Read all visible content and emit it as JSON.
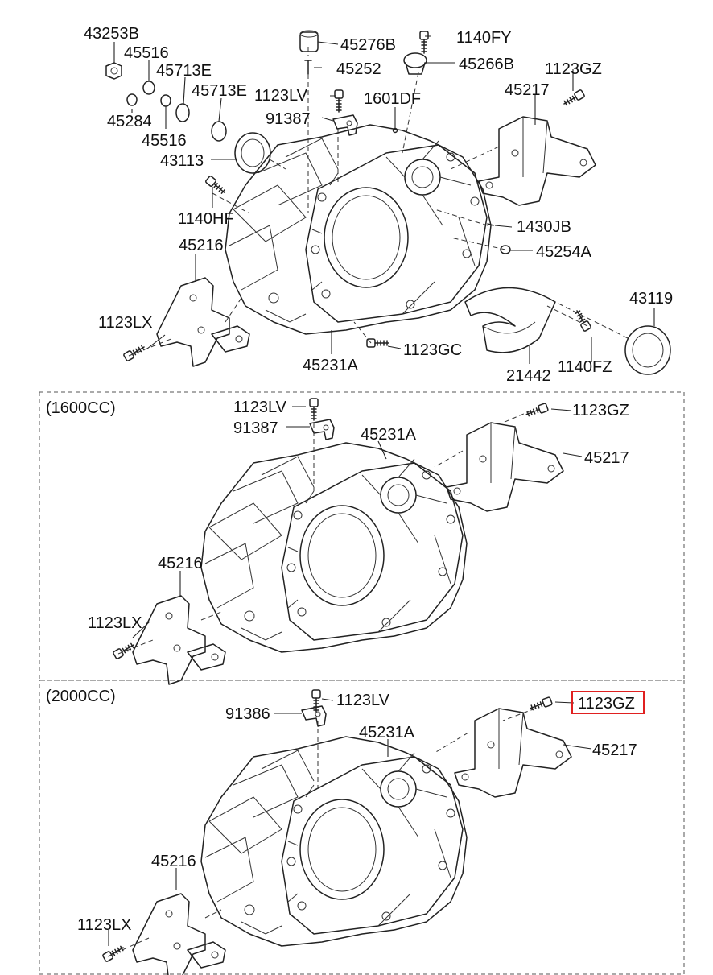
{
  "sections": {
    "s1600": "(1600CC)",
    "s2000": "(2000CC)"
  },
  "top": {
    "l_43253B": "43253B",
    "l_45516a": "45516",
    "l_45284": "45284",
    "l_45516b": "45516",
    "l_45713Ea": "45713E",
    "l_45713Eb": "45713E",
    "l_43113": "43113",
    "l_1140HF": "1140HF",
    "l_45276B": "45276B",
    "l_45252": "45252",
    "l_1140FY": "1140FY",
    "l_45266B": "45266B",
    "l_1123GZ": "1123GZ",
    "l_45217": "45217",
    "l_1123LV": "1123LV",
    "l_1601DF": "1601DF",
    "l_91387": "91387",
    "l_1430JB": "1430JB",
    "l_45254A": "45254A",
    "l_45216": "45216",
    "l_1123LX": "1123LX",
    "l_45231A": "45231A",
    "l_1123GC": "1123GC",
    "l_21442": "21442",
    "l_1140FZ": "1140FZ",
    "l_43119": "43119"
  },
  "mid": {
    "l_1123LV": "1123LV",
    "l_91387": "91387",
    "l_45231A": "45231A",
    "l_1123GZ": "1123GZ",
    "l_45217": "45217",
    "l_45216": "45216",
    "l_1123LX": "1123LX"
  },
  "bot": {
    "l_1123LV": "1123LV",
    "l_91386": "91386",
    "l_45231A": "45231A",
    "l_1123GZ": "1123GZ",
    "l_45217": "45217",
    "l_45216": "45216",
    "l_1123LX": "1123LX"
  },
  "highlight": {
    "part": "1123GZ",
    "color": "#e02020"
  }
}
